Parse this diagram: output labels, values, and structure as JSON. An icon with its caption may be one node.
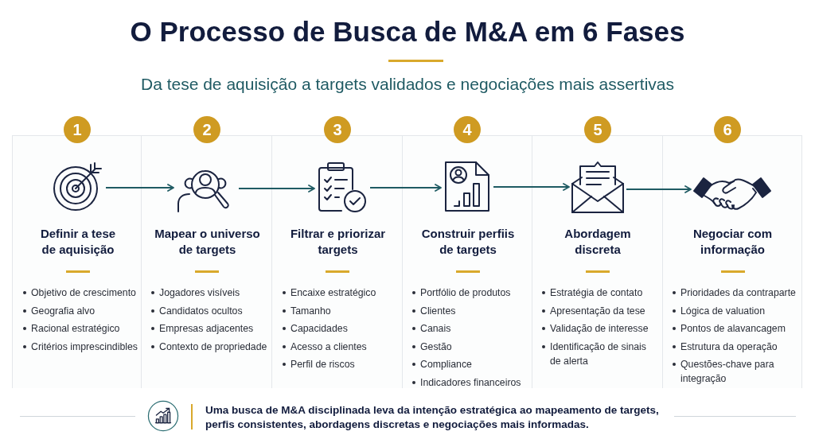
{
  "diagram": {
    "title": "O Processo de Busca de M&A em 6 Fases",
    "caption": "Uma busca de M&A disciplinada leva da intenção estratégica ao mapeamento de targets, perfis consistentes, abordagens discretas e negociações mais informadas.",
    "nodes": [
      {
        "text": [
          "1"
        ]
      },
      {
        "text": [
          "Definir a tese de aquisição",
          "Objetivo de crescimento",
          "Geografia alvo",
          "Racional estratégico",
          "Critérios imprescindibles"
        ]
      },
      {
        "text": [],
        "shape": "picture",
        "in": 1
      },
      {
        "text": [
          "2"
        ]
      },
      {
        "text": [
          "Mapear o universo de targets",
          "Jogadores visíveis",
          "Candidatos ocultos",
          "Empresas adjacentes",
          "Contexto de propriedade"
        ]
      },
      {
        "text": [],
        "shape": "picture",
        "in": 4
      },
      {
        "text": [
          "3"
        ]
      },
      {
        "text": [
          "Filtrar e priorizar targets",
          "Encaixe estratégico",
          "Tamanho",
          "Capacidades",
          "Acesso a clientes",
          "Perfil de riscos"
        ]
      },
      {
        "text": [],
        "shape": "picture",
        "in": 7
      },
      {
        "text": [
          "4"
        ]
      },
      {
        "text": [
          "Construir perfiis de targets",
          "Portfólio de produtos",
          "Clientes",
          "Canais",
          "Gestão",
          "Compliance",
          "Indicadores financeiros"
        ]
      },
      {
        "text": [],
        "shape": "picture",
        "in": 10
      },
      {
        "text": [
          "5"
        ]
      },
      {
        "text": [
          "Abordagem discreta",
          "Estratégia de contato",
          "Apresentação da tese",
          "Validação de interesse",
          "Identificação de sinais de alerta"
        ]
      },
      {
        "text": [],
        "shape": "picture",
        "in": 13
      },
      {
        "text": [
          "6"
        ]
      },
      {
        "text": [
          "Negociar com informação",
          "Prioridades da contraparte",
          "Lógica de valuation",
          "Pontos de alavancagem",
          "Estrutura da operação",
          "Questões-chave para integração"
        ]
      },
      {
        "text": [],
        "shape": "picture",
        "in": 16
      }
    ],
    "edges": [
      {
        "from": 2,
        "to": 5,
        "arrow": "to"
      },
      {
        "from": 5,
        "to": 8,
        "arrow": "to"
      },
      {
        "from": 8,
        "to": 11,
        "arrow": "to"
      },
      {
        "from": 11,
        "to": 14,
        "arrow": "to"
      },
      {
        "from": 14,
        "to": 17,
        "arrow": "to"
      }
    ],
    "labels": [
      "Da tese de aquisição a targets validados e negociações mais assertivas"
    ]
  }
}
